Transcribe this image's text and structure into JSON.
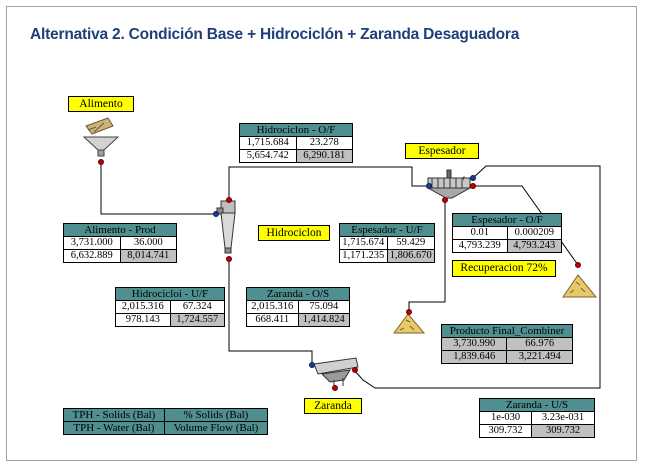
{
  "title": "Alternativa 2. Condición Base  + Hidrociclón + Zaranda Desaguadora",
  "labels": {
    "alimento": "Alimento",
    "espesador": "Espesador",
    "hidrociclon": "Hidrociclon",
    "zaranda": "Zaranda",
    "recuperacion": "Recuperacion 72%"
  },
  "tables": {
    "hidrociclon_of": {
      "title": "Hidrociclon - O/F",
      "r1": [
        "1,715.684",
        "23.278"
      ],
      "r2": [
        "5,654.742",
        "6,290.181"
      ]
    },
    "alimento_prod": {
      "title": "Alimento - Prod",
      "r1": [
        "3,731.000",
        "36.000"
      ],
      "r2": [
        "6,632.889",
        "8,014.741"
      ]
    },
    "espesador_uf": {
      "title": "Espesador - U/F",
      "r1": [
        "1,715.674",
        "59.429"
      ],
      "r2": [
        "1,171.235",
        "1,806.670"
      ]
    },
    "espesador_of": {
      "title": "Espesador - O/F",
      "r1": [
        "0.01",
        "0.000209"
      ],
      "r2": [
        "4,793.239",
        "4,793.243"
      ]
    },
    "hidrociclon_uf": {
      "title": "Hidrocicloi - U/F",
      "r1": [
        "2,015.316",
        "67.324"
      ],
      "r2": [
        "978.143",
        "1,724.557"
      ]
    },
    "zaranda_os": {
      "title": "Zaranda - O/S",
      "r1": [
        "2,015.316",
        "75.094"
      ],
      "r2": [
        "668.411",
        "1,414.824"
      ]
    },
    "producto_final": {
      "title": "Producto Final_Combiner",
      "r1": [
        "3,730.990",
        "66.976"
      ],
      "r2": [
        "1,839.646",
        "3,221.494"
      ]
    },
    "zaranda_us": {
      "title": "Zaranda - U/S",
      "r1": [
        "1e-030",
        "3.23e-031"
      ],
      "r2": [
        "309.732",
        "309.732"
      ]
    }
  },
  "legend": {
    "r1": [
      "TPH - Solids (Bal)",
      "% Solids (Bal)"
    ],
    "r2": [
      "TPH - Water (Bal)",
      "Volume Flow (Bal)"
    ]
  },
  "colors": {
    "title_blue": "#1e3f7a",
    "table_header_teal": "#4f8f8f",
    "label_yellow": "#ffff00",
    "value_gray": "#c0c0c0"
  }
}
